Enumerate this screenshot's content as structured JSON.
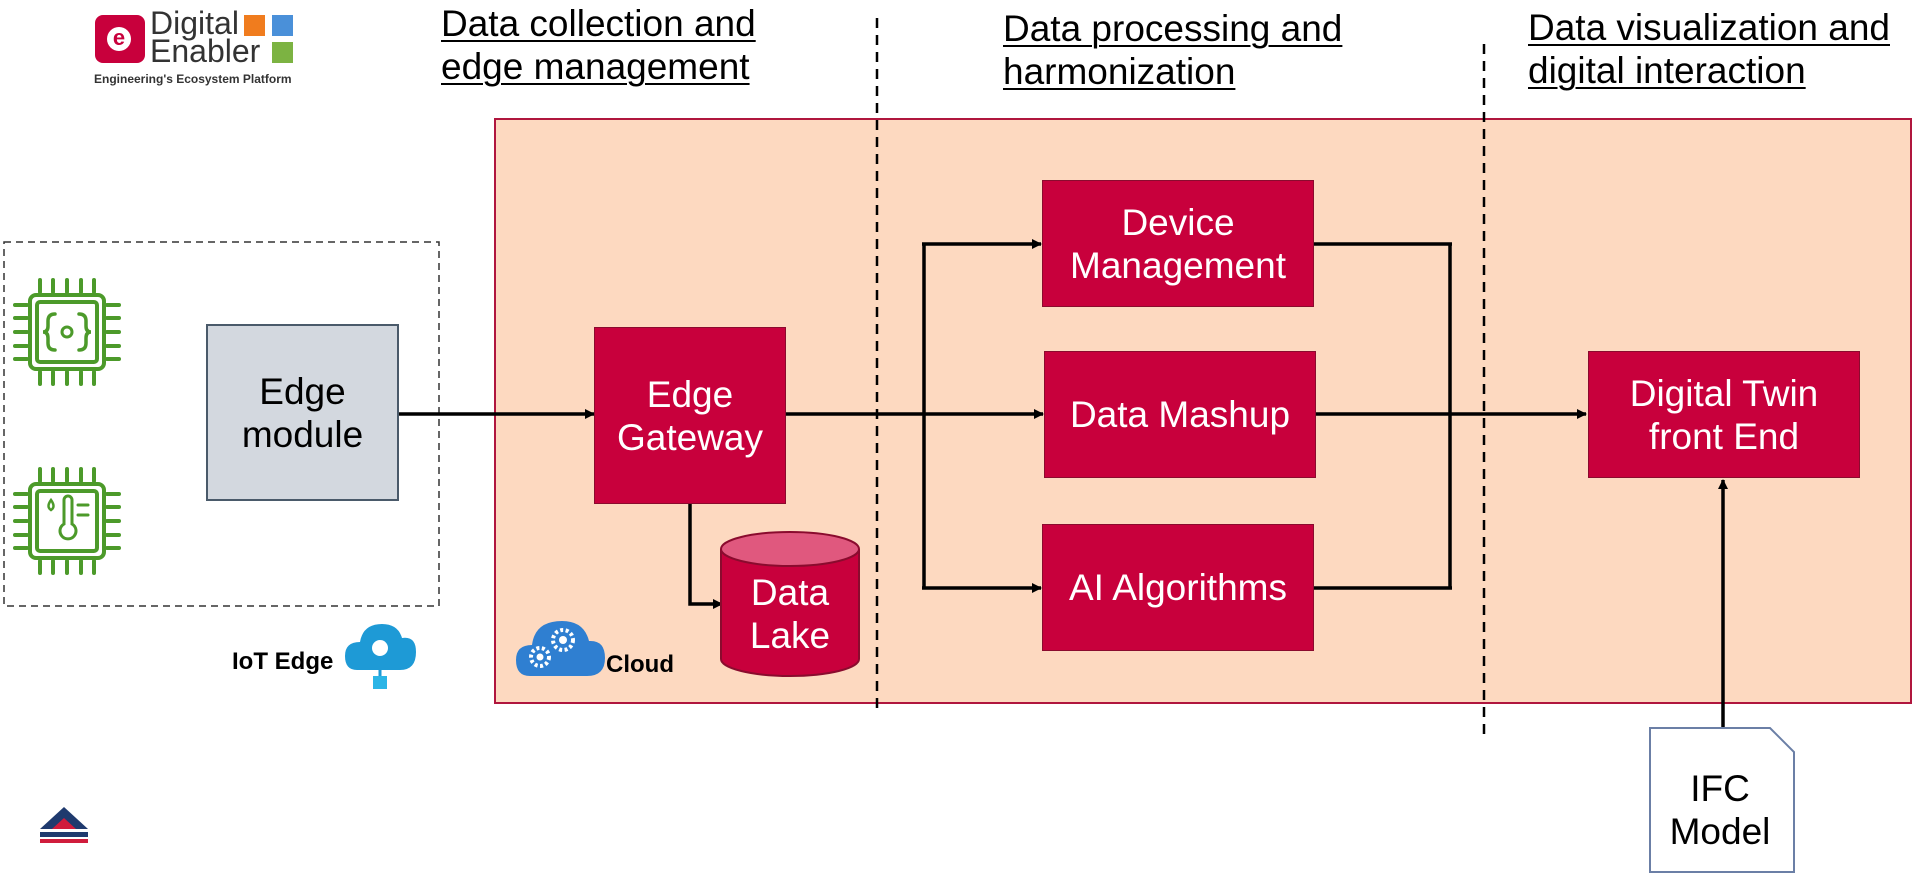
{
  "logo": {
    "line1": "Digital",
    "line2": "Enabler",
    "tagline": "Engineering's Ecosystem Platform",
    "badge_letter": "e",
    "colors": {
      "badge": "#c8003c",
      "orange": "#f07c1e",
      "blue": "#4a90d9",
      "green": "#7cb342"
    }
  },
  "sections": {
    "collection": "Data collection and edge management",
    "processing": "Data processing and harmonization",
    "visualization": "Data visualization and digital interaction"
  },
  "nodes": {
    "edge_module": "Edge module",
    "edge_gateway": "Edge Gateway",
    "data_lake": "Data Lake",
    "device_management": "Device Management",
    "data_mashup": "Data Mashup",
    "ai_algorithms": "AI Algorithms",
    "digital_twin": "Digital Twin front End",
    "ifc_model": "IFC Model"
  },
  "labels": {
    "iot_edge": "IoT Edge",
    "cloud": "Cloud"
  },
  "icons": [
    "chip-code-icon",
    "chip-thermometer-icon",
    "iot-edge-cloud-icon",
    "cloud-gears-icon",
    "bottom-left-logo-icon"
  ],
  "colors": {
    "accent": "#c8003c",
    "cloud_region": "#fdd9c0",
    "region_border": "#b0163e",
    "edge_module_fill": "#d3d8df",
    "chip_green": "#4c9a2a",
    "azure_blue": "#1e9ad6"
  }
}
